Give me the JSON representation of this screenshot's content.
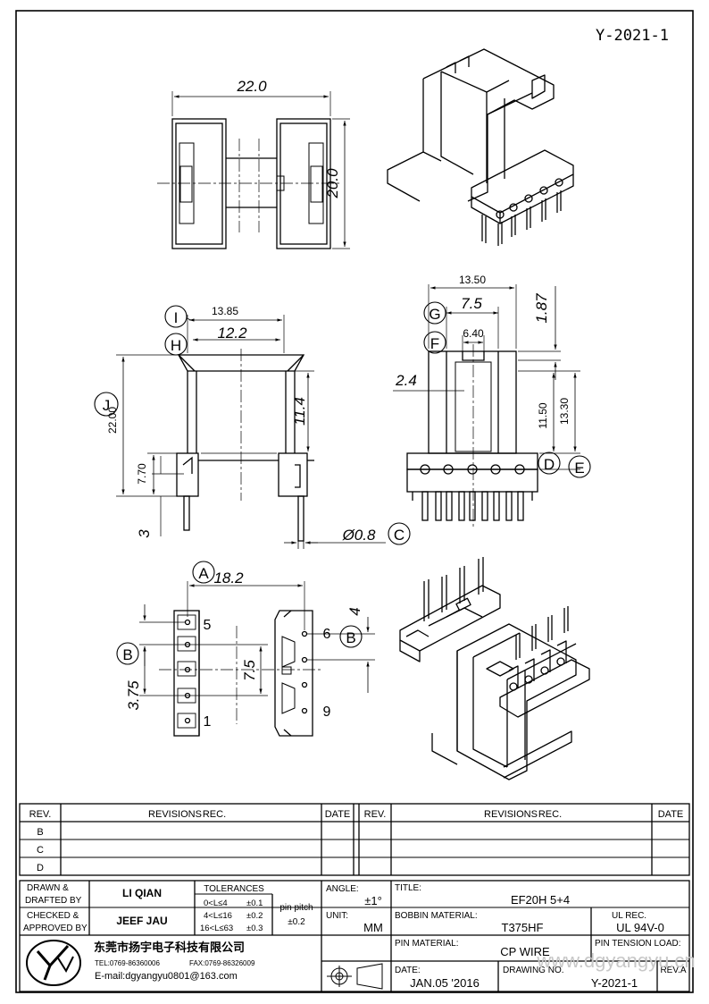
{
  "drawing_id_top": "Y-2021-1",
  "views": {
    "top_view": {
      "width_dim": "22.0",
      "height_dim": "20.0"
    },
    "front_view": {
      "dim_i": "13.85",
      "dim_h": "12.2",
      "dim_j": "22.00",
      "dim_h2": "11.4",
      "dim_770": "7.70",
      "dim_3": "3",
      "labels": {
        "I": "I",
        "H": "H",
        "J": "J"
      }
    },
    "side_view": {
      "dim_1350": "13.50",
      "dim_g": "7.5",
      "dim_f": "6.40",
      "dim_187": "1.87",
      "dim_24": "2.4",
      "dim_1150": "11.50",
      "dim_1330": "13.30",
      "labels": {
        "G": "G",
        "F": "F",
        "D": "D",
        "E": "E"
      }
    },
    "pin_dia": {
      "value": "Ø0.8",
      "label": "C"
    },
    "bottom_view": {
      "dim_a": "18.2",
      "dim_75": "7.5",
      "dim_375": "3.75",
      "dim_4": "4",
      "labels": {
        "A": "A",
        "B1": "B",
        "B2": "B"
      },
      "pin_nums": {
        "p5": "5",
        "p1": "1",
        "p6": "6",
        "p9": "9"
      }
    }
  },
  "revisions": {
    "header": {
      "rev": "REV.",
      "revisions": "REVISIONS",
      "rec": "REC.",
      "date": "DATE"
    },
    "rows": [
      "B",
      "C",
      "D"
    ]
  },
  "titleblock": {
    "drawn_label": "DRAWN &\nDRAFTED BY",
    "drawn_line1": "DRAWN &",
    "drawn_line2": "DRAFTED BY",
    "drawn_name": "LI QIAN",
    "checked_line1": "CHECKED &",
    "checked_line2": "APPROVED BY",
    "checked_name": "JEEF JAU",
    "tolerances_label": "TOLERANCES",
    "tol1": "0<L≤4",
    "tol1v": "±0.1",
    "tol2": "4<L≤16",
    "tol2v": "±0.2",
    "tol3": "16<L≤63",
    "tol3v": "±0.3",
    "pin_pitch_label": "pin pitch",
    "pin_pitch_value": "±0.2",
    "angle_label": "ANGLE:",
    "angle_value": "±1°",
    "unit_label": "UNIT:",
    "unit_value": "MM",
    "title_label": "TITLE:",
    "title_value": "EF20H 5+4",
    "bobbin_label": "BOBBIN MATERIAL:",
    "bobbin_value": "T375HF",
    "ul_label": "UL REC.",
    "ul_value": "UL 94V-0",
    "pin_mat_label": "PIN MATERIAL:",
    "pin_mat_value": "CP WIRE",
    "pin_tension_label": "PIN TENSION LOAD:",
    "date_label": "DATE:",
    "date_value": "JAN.05 '2016",
    "drawing_no_label": "DRAWING NO.",
    "drawing_no_value": "Y-2021-1",
    "rev_label": "REV.A",
    "company_cn": "东莞市扬宇电子科技有限公司",
    "company_tel": "TEL:0769-86360006",
    "company_fax": "FAX:0769-86326009",
    "company_email": "E-mail:dgyangyu0801@163.com",
    "watermark": "www.dgyangyu.cn"
  }
}
